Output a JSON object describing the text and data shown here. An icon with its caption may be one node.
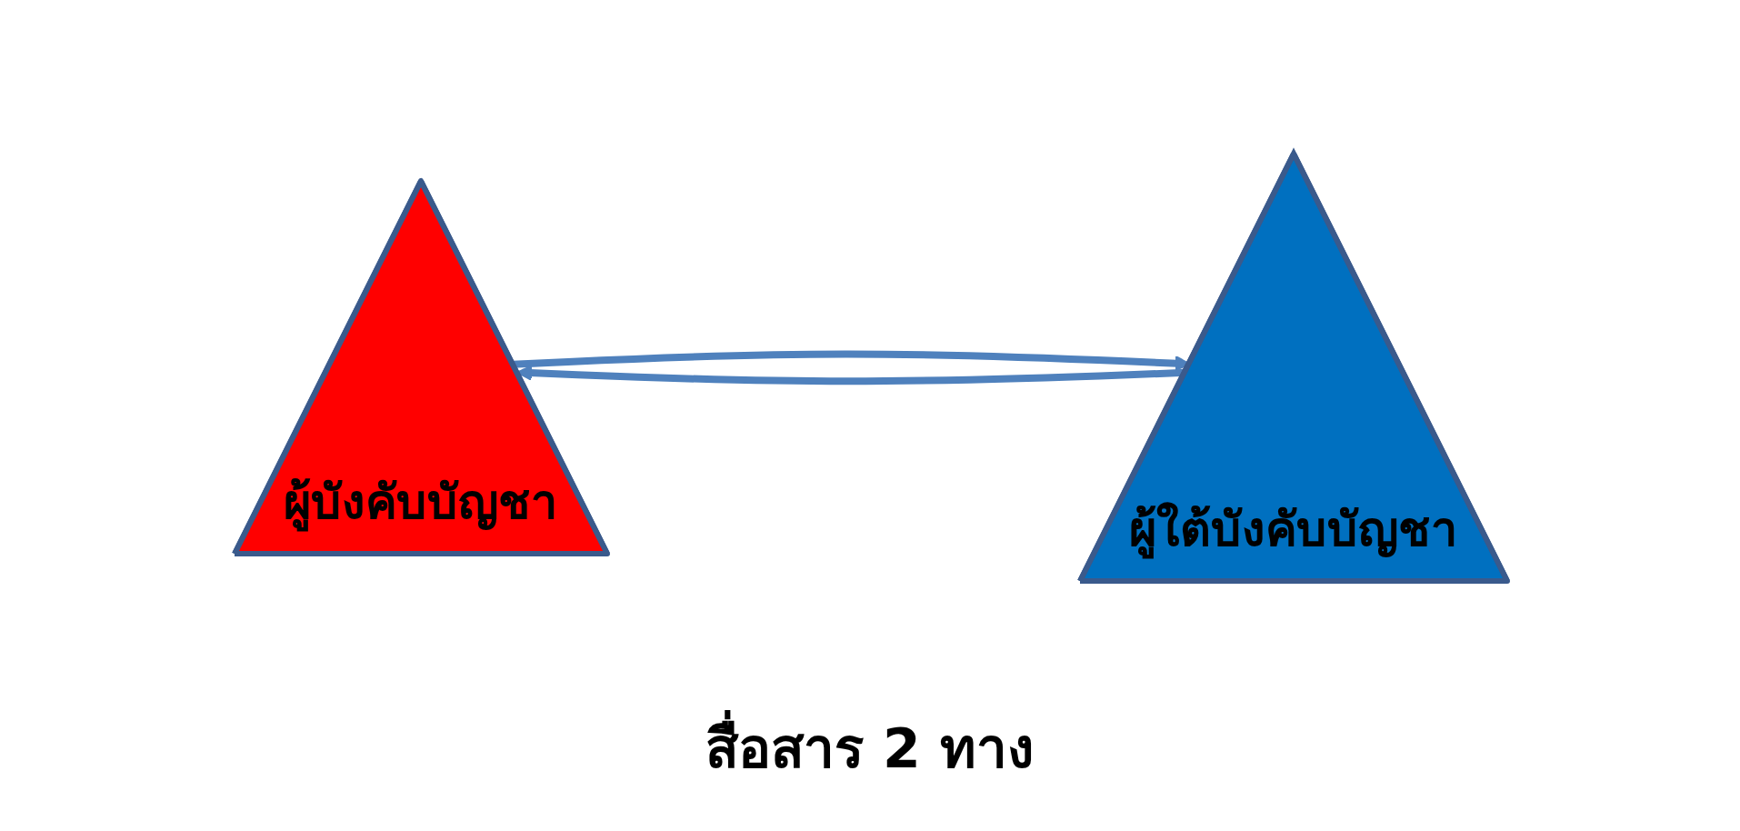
{
  "diagram": {
    "nodes": [
      {
        "text": [
          "ผู้บังคับบัญชา"
        ]
      },
      {
        "text": [
          "ผู้ใต้บังคับบัญชา"
        ]
      }
    ],
    "edges": [
      {
        "from": 0,
        "to": 1,
        "arrow": "to"
      },
      {
        "from": 1,
        "to": 0,
        "arrow": "to"
      }
    ],
    "labels": [
      "สื่อสาร 2 ทาง"
    ]
  }
}
